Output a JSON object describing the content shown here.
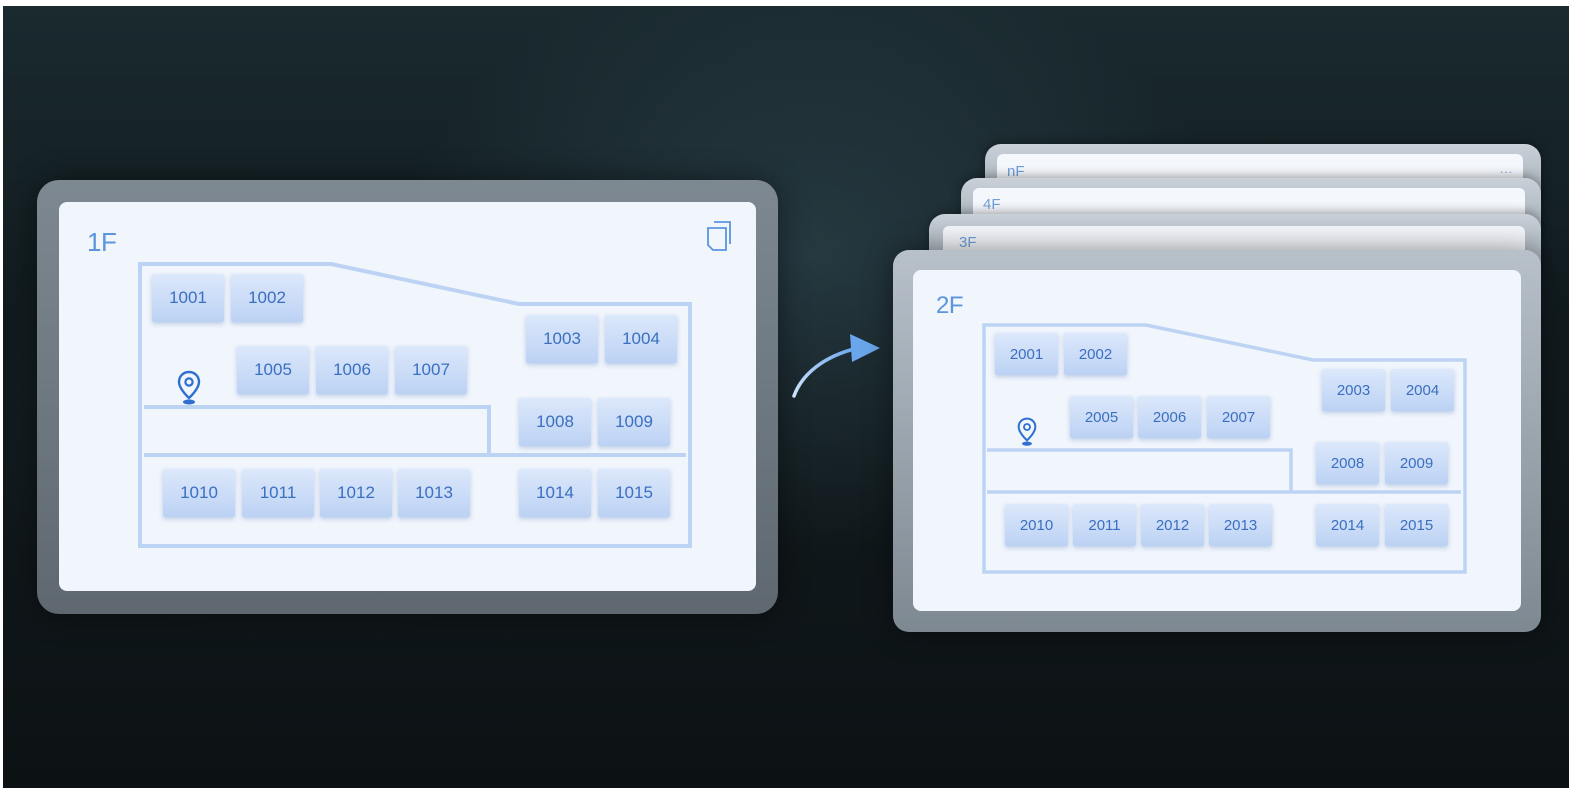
{
  "colors": {
    "accent": "#5c95dc",
    "room_text": "#3b6fc0",
    "plan_line": "#bdd3f3",
    "arrow": "#7ab2ef"
  },
  "icons": {
    "copy": "copy-icon",
    "location": "location-pin-icon",
    "more": "more-dots-icon",
    "arrow": "curved-arrow-icon"
  },
  "floor1": {
    "label": "1F",
    "rooms": [
      "1001",
      "1002",
      "1003",
      "1004",
      "1005",
      "1006",
      "1007",
      "1008",
      "1009",
      "1010",
      "1011",
      "1012",
      "1013",
      "1014",
      "1015"
    ]
  },
  "floor2": {
    "label": "2F",
    "rooms": [
      "2001",
      "2002",
      "2003",
      "2004",
      "2005",
      "2006",
      "2007",
      "2008",
      "2009",
      "2010",
      "2011",
      "2012",
      "2013",
      "2014",
      "2015"
    ]
  },
  "stacked_floors": {
    "f3": "3F",
    "f4": "4F",
    "fn": "nF",
    "more": "..."
  }
}
